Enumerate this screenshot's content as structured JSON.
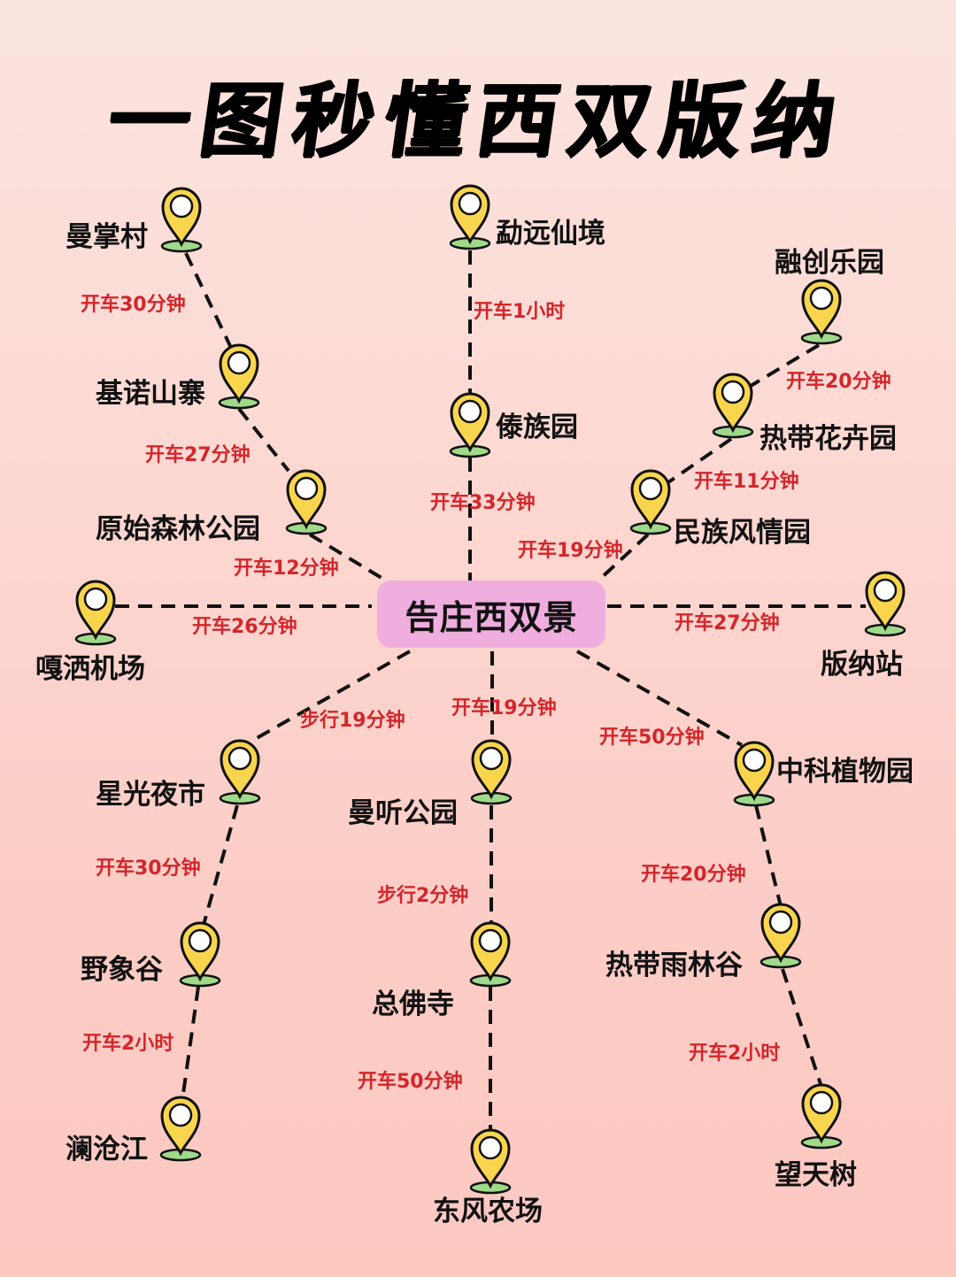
{
  "title": "一图秒懂西双版纳",
  "hub": {
    "label": "告庄西双景"
  },
  "colors": {
    "background_top": "#fbe4df",
    "background_bottom": "#fcc9c1",
    "hub_fill": "#efaedd",
    "pin_fill": "#f9d54e",
    "pin_base": "#9fd98a",
    "route_text": "#d3262b",
    "place_text": "#111111"
  },
  "places": [
    {
      "id": "manzhang",
      "label": "曼掌村"
    },
    {
      "id": "jinuo",
      "label": "基诺山寨"
    },
    {
      "id": "yuanshi",
      "label": "原始森林公园"
    },
    {
      "id": "gasa",
      "label": "嘎洒机场"
    },
    {
      "id": "mengyuan",
      "label": "勐远仙境"
    },
    {
      "id": "daizu",
      "label": "傣族园"
    },
    {
      "id": "rongchuang",
      "label": "融创乐园"
    },
    {
      "id": "huahui",
      "label": "热带花卉园"
    },
    {
      "id": "minzu",
      "label": "民族风情园"
    },
    {
      "id": "banna",
      "label": "版纳站"
    },
    {
      "id": "xingguang",
      "label": "星光夜市"
    },
    {
      "id": "manting",
      "label": "曼听公园"
    },
    {
      "id": "zhongke",
      "label": "中科植物园"
    },
    {
      "id": "yexiang",
      "label": "野象谷"
    },
    {
      "id": "zongfo",
      "label": "总佛寺"
    },
    {
      "id": "yulin",
      "label": "热带雨林谷"
    },
    {
      "id": "lancang",
      "label": "澜沧江"
    },
    {
      "id": "dongfeng",
      "label": "东风农场"
    },
    {
      "id": "wangtian",
      "label": "望天树"
    }
  ],
  "routes": [
    {
      "from": "曼掌村",
      "to": "基诺山寨",
      "label": "开车30分钟"
    },
    {
      "from": "基诺山寨",
      "to": "原始森林公园",
      "label": "开车27分钟"
    },
    {
      "from": "原始森林公园",
      "to": "告庄西双景",
      "label": "开车12分钟"
    },
    {
      "from": "嘎洒机场",
      "to": "告庄西双景",
      "label": "开车26分钟"
    },
    {
      "from": "勐远仙境",
      "to": "傣族园",
      "label": "开车1小时"
    },
    {
      "from": "傣族园",
      "to": "告庄西双景",
      "label": "开车33分钟"
    },
    {
      "from": "融创乐园",
      "to": "热带花卉园",
      "label": "开车20分钟"
    },
    {
      "from": "热带花卉园",
      "to": "民族风情园",
      "label": "开车11分钟"
    },
    {
      "from": "民族风情园",
      "to": "告庄西双景",
      "label": "开车19分钟"
    },
    {
      "from": "告庄西双景",
      "to": "版纳站",
      "label": "开车27分钟"
    },
    {
      "from": "告庄西双景",
      "to": "星光夜市",
      "label": "步行19分钟"
    },
    {
      "from": "告庄西双景",
      "to": "曼听公园",
      "label": "开车19分钟"
    },
    {
      "from": "告庄西双景",
      "to": "中科植物园",
      "label": "开车50分钟"
    },
    {
      "from": "星光夜市",
      "to": "野象谷",
      "label": "开车30分钟"
    },
    {
      "from": "曼听公园",
      "to": "总佛寺",
      "label": "步行2分钟"
    },
    {
      "from": "中科植物园",
      "to": "热带雨林谷",
      "label": "开车20分钟"
    },
    {
      "from": "野象谷",
      "to": "澜沧江",
      "label": "开车2小时"
    },
    {
      "from": "总佛寺",
      "to": "东风农场",
      "label": "开车50分钟"
    },
    {
      "from": "热带雨林谷",
      "to": "望天树",
      "label": "开车2小时"
    }
  ]
}
